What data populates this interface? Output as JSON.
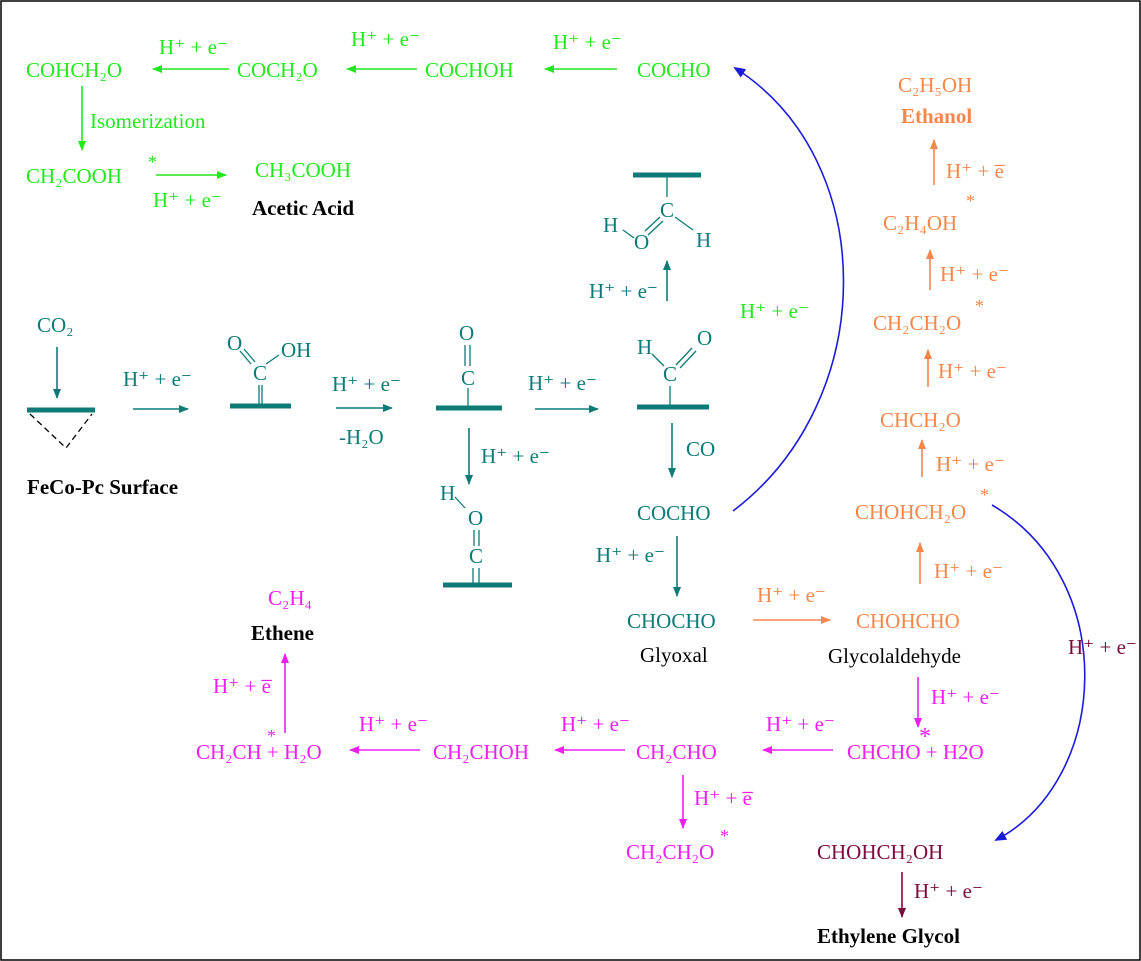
{
  "diagram": {
    "reagent_label": "H⁺ + e⁻",
    "reagent_label_bar": "H⁺ + e̅",
    "colors": {
      "green": "#22e81e",
      "teal": "#0c7b78",
      "orange": "#f5874a",
      "magenta": "#f01ef5",
      "maroon": "#7a0b3c",
      "blue": "#1b1bdc",
      "black": "#000000"
    },
    "green_pathway": {
      "cocho": "COCHO",
      "cochoh": "COCHOH",
      "coch2o": "COCH₂O",
      "cohch2o": "COHCH₂O",
      "isomerization": "Isomerization",
      "ch2cooh": "CH₂COOH",
      "ch3cooh": "CH₃COOH",
      "product": "Acetic Acid"
    },
    "teal_pathway": {
      "co2": "CO₂",
      "surface": "FeCo-Pc Surface",
      "minus_water": "-H₂O",
      "co": "CO",
      "cocho": "COCHO",
      "chocho": "CHOCHO",
      "glyoxal": "Glyoxal",
      "atom_o": "O",
      "atom_oh": "OH",
      "atom_c": "C",
      "atom_h": "H"
    },
    "orange_pathway": {
      "chohcho": "CHOHCHO",
      "glycolaldehyde": "Glycolaldehyde",
      "chohch2o": "CHOHCH₂O",
      "chch2o": "CHCH₂O",
      "ch2ch2o": "CH₂CH₂O",
      "c2h4oh": "C₂H₄OH",
      "c2h5oh": "C₂H₅OH",
      "product": "Ethanol"
    },
    "magenta_pathway": {
      "chcho": "CHCHO + H2O",
      "ch2cho": "CH₂CHO",
      "ch2chooh": "CH₂CHOH",
      "ch2ch": "CH₂CH + H₂O",
      "ch2ch2o": "CH₂CH₂O",
      "c2h4": "C₂H₄",
      "product": "Ethene"
    },
    "maroon_pathway": {
      "chohch2oh": "CHOHCH₂OH",
      "product": "Ethylene Glycol"
    }
  }
}
